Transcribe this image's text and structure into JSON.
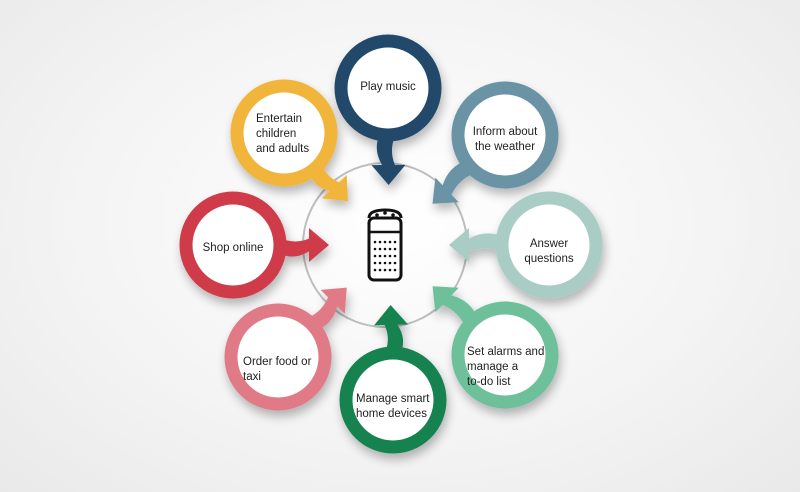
{
  "colors": {
    "play_music": "#234a6b",
    "weather": "#6b93a6",
    "answer": "#a9ccc4",
    "alarms": "#6ec09a",
    "smart_home": "#16824f",
    "food_taxi": "#e07a86",
    "shop": "#cf3b4a",
    "entertain": "#f2b53b",
    "hub_ring": "#bdbdbd",
    "speaker": "#111111"
  },
  "nodes": {
    "play_music": {
      "label": "Play music",
      "icon": "arrow-down-icon"
    },
    "weather": {
      "label": "Inform about\nthe weather",
      "icon": "arrow-down-left-icon"
    },
    "answer": {
      "label": "Answer\nquestions",
      "icon": "arrow-left-icon"
    },
    "alarms": {
      "label": "Set alarms and\nmanage a\nto-do list",
      "icon": "arrow-up-left-icon"
    },
    "smart_home": {
      "label": "Manage smart\nhome devices",
      "icon": "arrow-up-icon"
    },
    "food_taxi": {
      "label": "Order food or\ntaxi",
      "icon": "arrow-up-right-icon"
    },
    "shop": {
      "label": "Shop online",
      "icon": "arrow-right-icon"
    },
    "entertain": {
      "label": "Entertain\nchildren\nand adults",
      "icon": "arrow-down-right-icon"
    }
  },
  "hub": {
    "icon": "smart-speaker-icon"
  }
}
